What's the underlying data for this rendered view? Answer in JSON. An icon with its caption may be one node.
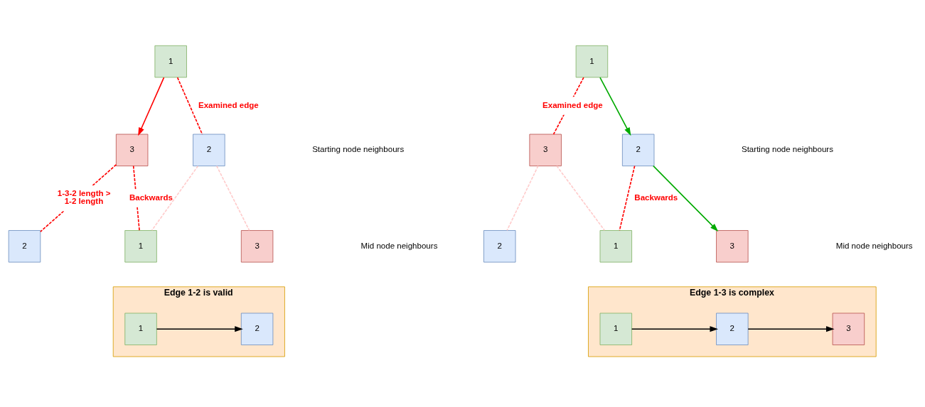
{
  "diagram": {
    "nodes": [
      {
        "text": [
          "1"
        ]
      },
      {
        "text": [
          "3"
        ]
      },
      {
        "text": [
          "2"
        ]
      },
      {
        "text": [
          "2"
        ]
      },
      {
        "text": [
          "1"
        ]
      },
      {
        "text": [
          "3"
        ]
      },
      {
        "text": [
          "1"
        ]
      },
      {
        "text": [
          "3"
        ]
      },
      {
        "text": [
          "2"
        ]
      },
      {
        "text": [
          "2"
        ]
      },
      {
        "text": [
          "1"
        ]
      },
      {
        "text": [
          "3"
        ]
      },
      {
        "text": [
          "Edge 1-2 is valid"
        ]
      },
      {
        "text": [
          "1"
        ],
        "in": 12
      },
      {
        "text": [
          "2"
        ],
        "in": 12
      },
      {
        "text": [
          "Edge 1-3 is complex"
        ]
      },
      {
        "text": [
          "1"
        ],
        "in": 15
      },
      {
        "text": [
          "2"
        ],
        "in": 15
      },
      {
        "text": [
          "3"
        ],
        "in": 15
      }
    ],
    "edges": [
      {
        "from": 0,
        "to": 1,
        "arrow": "to"
      },
      {
        "from": 0,
        "to": 2,
        "arrow": "none",
        "style": "dashed",
        "label": "Examined edge"
      },
      {
        "from": 1,
        "to": 3,
        "arrow": "none",
        "style": "dashed",
        "label": "1-3-2 length > 1-2 length"
      },
      {
        "from": 1,
        "to": 4,
        "arrow": "none",
        "style": "dashed",
        "label": "Backwards"
      },
      {
        "from": 2,
        "to": 4,
        "arrow": "none",
        "style": "dashed",
        "color": "#ffcccc"
      },
      {
        "from": 2,
        "to": 5,
        "arrow": "none",
        "style": "dashed",
        "color": "#ffcccc"
      },
      {
        "from": 6,
        "to": 7,
        "arrow": "none",
        "style": "dashed",
        "label": "Examined edge"
      },
      {
        "from": 6,
        "to": 8,
        "arrow": "to",
        "color": "#00aa00"
      },
      {
        "from": 7,
        "to": 9,
        "arrow": "none",
        "style": "dashed",
        "color": "#ffcccc"
      },
      {
        "from": 7,
        "to": 10,
        "arrow": "none",
        "style": "dashed",
        "color": "#ffcccc"
      },
      {
        "from": 8,
        "to": 10,
        "arrow": "none",
        "style": "dashed",
        "label": "Backwards"
      },
      {
        "from": 8,
        "to": 11,
        "arrow": "to",
        "color": "#00aa00"
      },
      {
        "from": 13,
        "to": 14,
        "arrow": "to",
        "color": "#000000"
      },
      {
        "from": 16,
        "to": 17,
        "arrow": "to",
        "color": "#000000"
      },
      {
        "from": 17,
        "to": 18,
        "arrow": "to",
        "color": "#000000"
      }
    ],
    "labels": [
      "Starting node neighbours",
      "Mid node neighbours",
      "Starting node neighbours",
      "Mid node neighbours"
    ]
  }
}
